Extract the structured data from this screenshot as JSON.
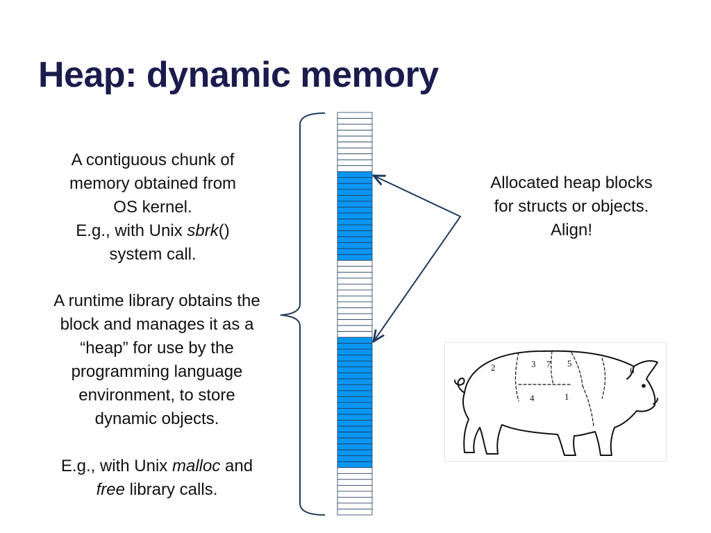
{
  "slide": {
    "title": "Heap: dynamic memory",
    "left_top": {
      "line1": "A contiguous chunk of",
      "line2": "memory obtained from",
      "line3": "OS kernel.",
      "line4_prefix": "E.g., with Unix ",
      "line4_italic": "sbrk",
      "line4_suffix": "()",
      "line5": "system call."
    },
    "left_mid": {
      "line1": "A runtime library obtains the",
      "line2": "block and manages it as a",
      "line3": "“heap” for use by the",
      "line4": "programming language",
      "line5": "environment, to store",
      "line6": "dynamic objects."
    },
    "left_bottom": {
      "line1_prefix": "E.g., with Unix ",
      "line1_italic": "malloc",
      "line1_suffix": " and",
      "line2_italic": "free",
      "line2_suffix": " library calls."
    },
    "right_label": {
      "line1": "Allocated heap blocks",
      "line2": "for structs or objects.",
      "line3": "Align!"
    },
    "pig_cut_numbers": [
      "2",
      "3",
      "7",
      "5",
      "6",
      "4",
      "1"
    ]
  },
  "heap": {
    "rows": 68,
    "allocated_ranges": [
      [
        10,
        25
      ],
      [
        38,
        60
      ]
    ],
    "colors": {
      "free": "#ffffff",
      "allocated": "#0a96f2",
      "row_line": "#1f3a5c",
      "arrow": "#1f3a5c",
      "title": "#1b1b4d"
    }
  }
}
